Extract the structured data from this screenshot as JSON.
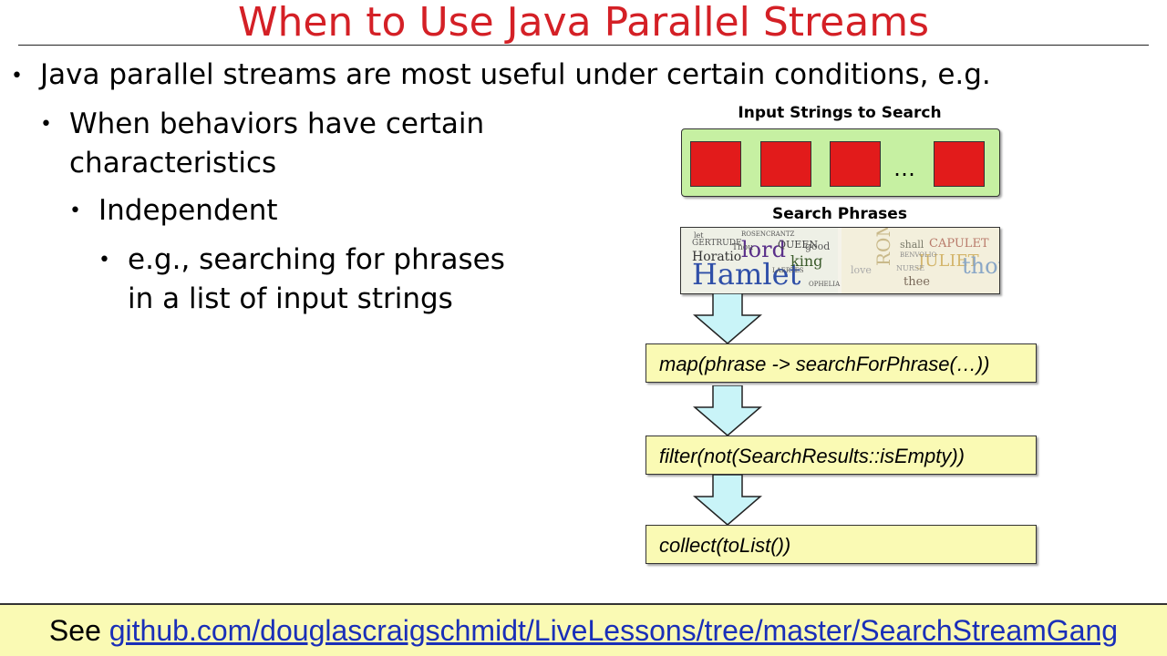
{
  "slide": {
    "title": "When to Use Java Parallel Streams",
    "bullets": {
      "level1": "Java parallel streams are most useful under certain conditions, e.g.",
      "level2_line1": "When behaviors have certain",
      "level2_line2": "characteristics",
      "level3": "Independent",
      "level4_line1": "e.g., searching for phrases",
      "level4_line2": "in a list of input strings"
    },
    "bullet_glyph": "•"
  },
  "diagram": {
    "input_label": "Input Strings to Search",
    "ellipsis": "…",
    "phrases_label": "Search Phrases",
    "word_cloud_words": [
      "Hamlet",
      "lord",
      "king",
      "QUEEN",
      "Horatio",
      "GERTRUDE",
      "ROSENCRANTZ",
      "LAERTES",
      "good",
      "Thou",
      "let",
      "OPHELIA",
      "ROMEO",
      "JULIET",
      "thou",
      "CAPULET",
      "BENVOLIO",
      "shall",
      "love",
      "thee",
      "NURSE"
    ],
    "operations": [
      "map(phrase -> searchForPhrase(…))",
      "filter(not(SearchResults::isEmpty))",
      "collect(toList())"
    ],
    "colors": {
      "title": "#d42026",
      "input_box": "#c6f0a2",
      "red_square": "#e21b1b",
      "op_box": "#fafab4",
      "arrow": "#c9f4f8",
      "link": "#1a2fb8"
    }
  },
  "footer": {
    "prefix": "See ",
    "link_text": "github.com/douglascraigschmidt/LiveLessons/tree/master/SearchStreamGang"
  }
}
